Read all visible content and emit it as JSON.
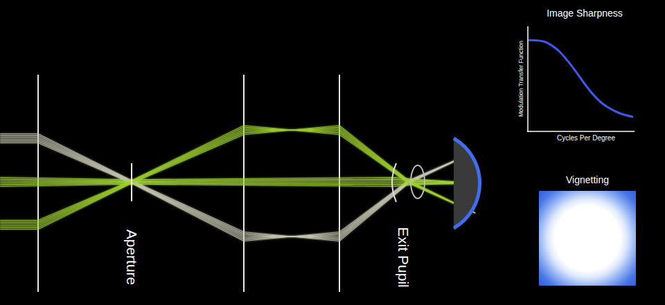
{
  "diagram": {
    "nodes": [
      {
        "text": [
          "Vignetting"
        ]
      }
    ],
    "labels": [
      "Aperture",
      "Exit Pupil",
      "Image Sharpness",
      "Modulation Transfer Function",
      "Cycles Per Degree"
    ]
  }
}
